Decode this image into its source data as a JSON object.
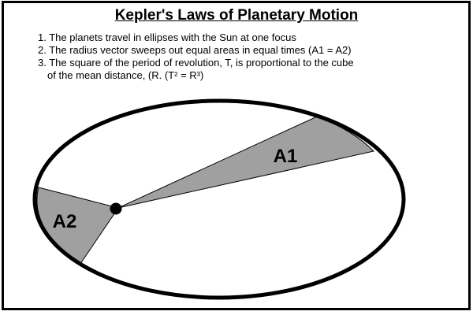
{
  "title": "Kepler's Laws of Planetary Motion",
  "laws": [
    {
      "text": "1. The planets travel in ellipses with the Sun at one focus"
    },
    {
      "text": "2. The radius vector sweeps out equal areas in equal times (A1 = A2)"
    },
    {
      "text": "3. The square of the period of revolution, T, is proportional to the cube"
    },
    {
      "text": "of the mean distance, (R.  (T² = R³)"
    }
  ],
  "diagram": {
    "orbit": "ellipse",
    "sun_marker": "focus-dot",
    "labels": {
      "area1": "A1",
      "area2": "A2"
    },
    "colors": {
      "sector_fill": "#a0a0a0",
      "outline": "#000000",
      "background": "#ffffff"
    }
  }
}
